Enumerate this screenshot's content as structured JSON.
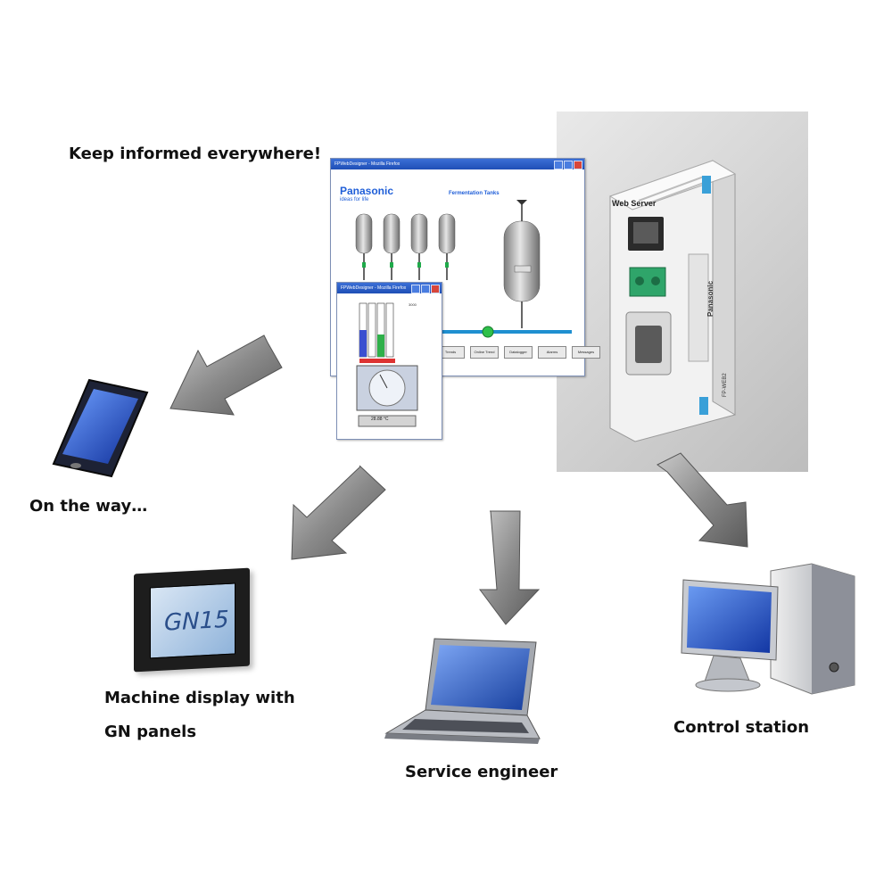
{
  "headline": "Keep informed everywhere!",
  "screen": {
    "window_title": "FPWebDesigner - Mozilla Firefox",
    "brand": "Panasonic",
    "tagline": "ideas for life",
    "heading": "Fermentation Tanks",
    "buttons": [
      "Trends",
      "Online Trend",
      "Datalogger",
      "Alarms",
      "Messages"
    ],
    "popup_title": "FPWebDesigner - Mozilla Firefox",
    "gauge_label": "3000",
    "gauge_value_label": "28.88 °C"
  },
  "device": {
    "label": "Web Server",
    "brand": "Panasonic",
    "model": "FP-WEB2"
  },
  "nodes": {
    "phone": "On the way…",
    "gn_panel_line1": "Machine display with",
    "gn_panel_line2": "GN panels",
    "gn_panel_screen": "GN15",
    "laptop": "Service engineer",
    "pc": "Control station"
  },
  "colors": {
    "arrow": "#6e6e6e",
    "window_titlebar": "#2a5cc8",
    "screen_blue": "#1f5ed8"
  }
}
